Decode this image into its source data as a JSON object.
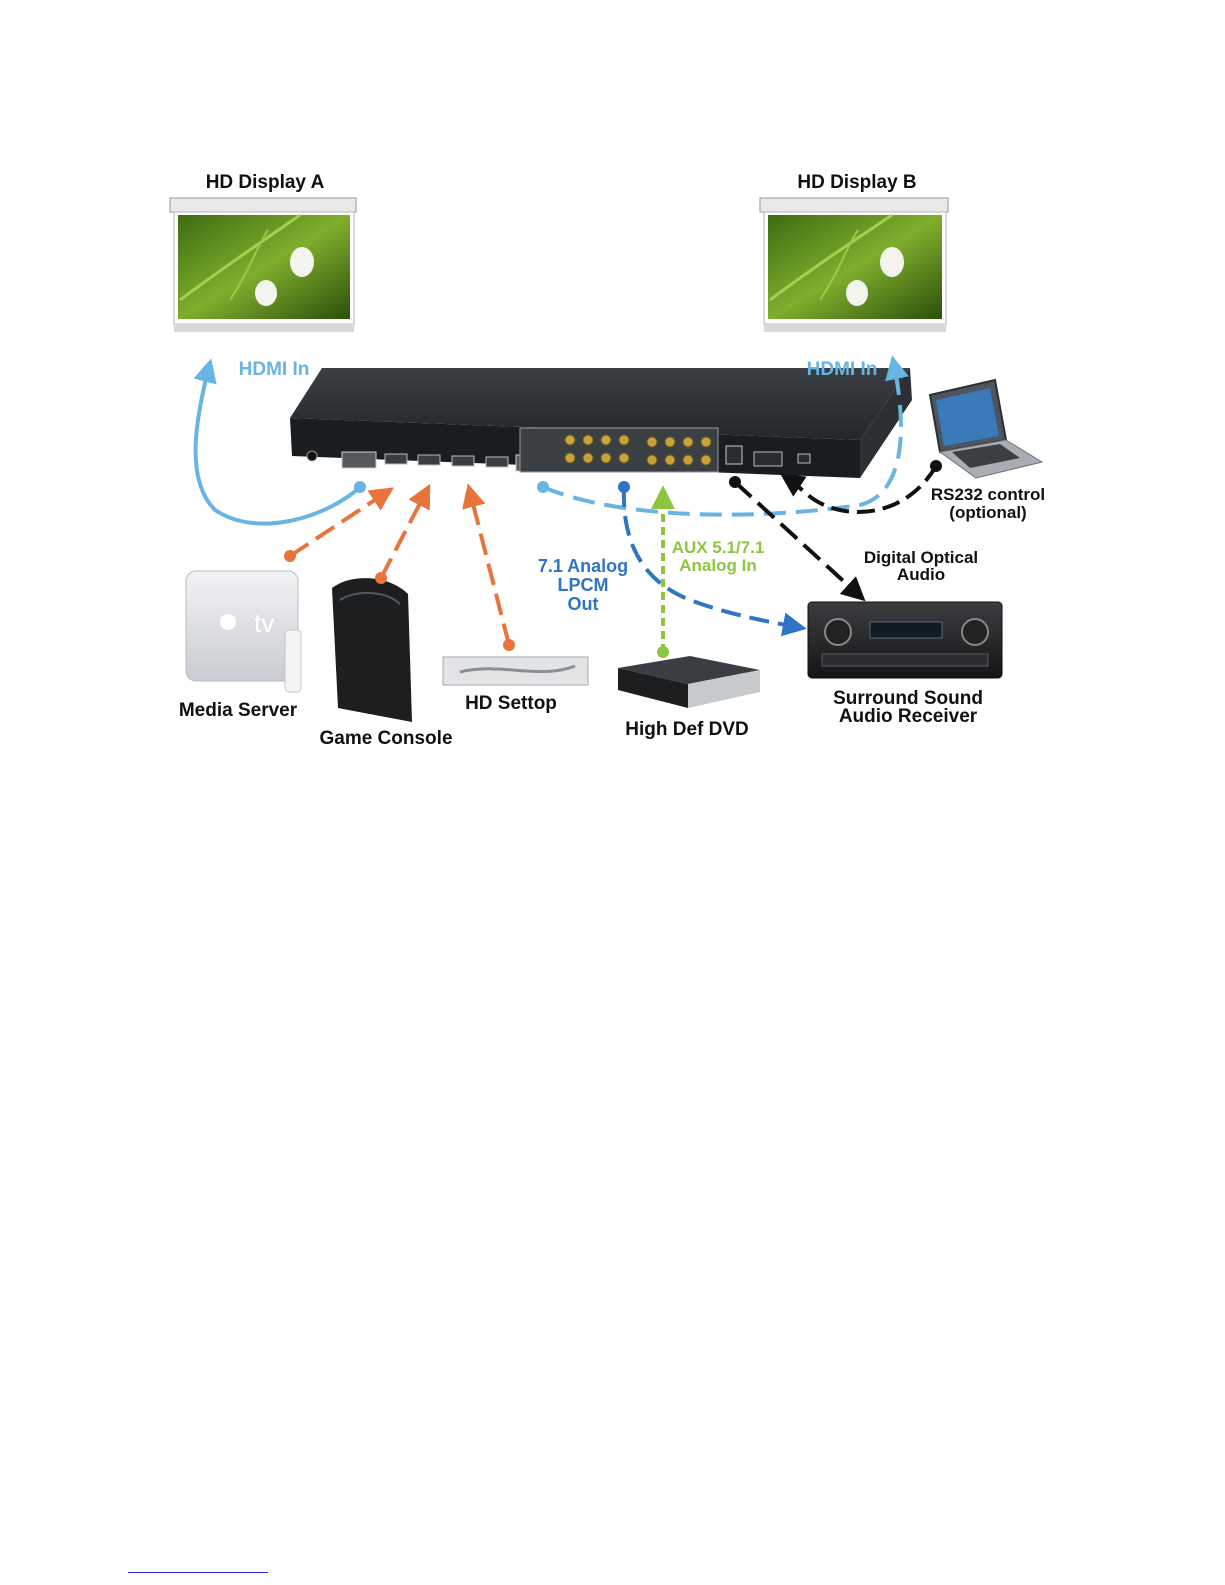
{
  "displays": {
    "a": {
      "label": "HD Display A"
    },
    "b": {
      "label": "HD Display B"
    }
  },
  "connections": {
    "hdmi_in_left": "HDMI In",
    "hdmi_in_right": "HDMI In",
    "analog_out": [
      "7.1 Analog",
      "LPCM",
      "Out"
    ],
    "aux_in": [
      "AUX 5.1/7.1",
      "Analog In"
    ],
    "digital_optical": [
      "Digital Optical",
      "Audio"
    ],
    "rs232": [
      "RS232 control",
      "(optional)"
    ]
  },
  "sources": {
    "media_server": "Media Server",
    "game_console": "Game Console",
    "hd_settop": "HD Settop",
    "high_def_dvd": "High Def DVD"
  },
  "receiver": {
    "label": [
      "Surround Sound",
      "Audio Receiver"
    ]
  },
  "device_texts": {
    "apple_tv_logo": "tv",
    "apple_glyph": ""
  },
  "colors": {
    "hdmi_display": "#6ab4e4",
    "hdmi_source": "#e8743b",
    "analog_out": "#2f74c6",
    "aux_in": "#8cc63f",
    "digital": "#111111",
    "device_body": "#1f2326"
  }
}
